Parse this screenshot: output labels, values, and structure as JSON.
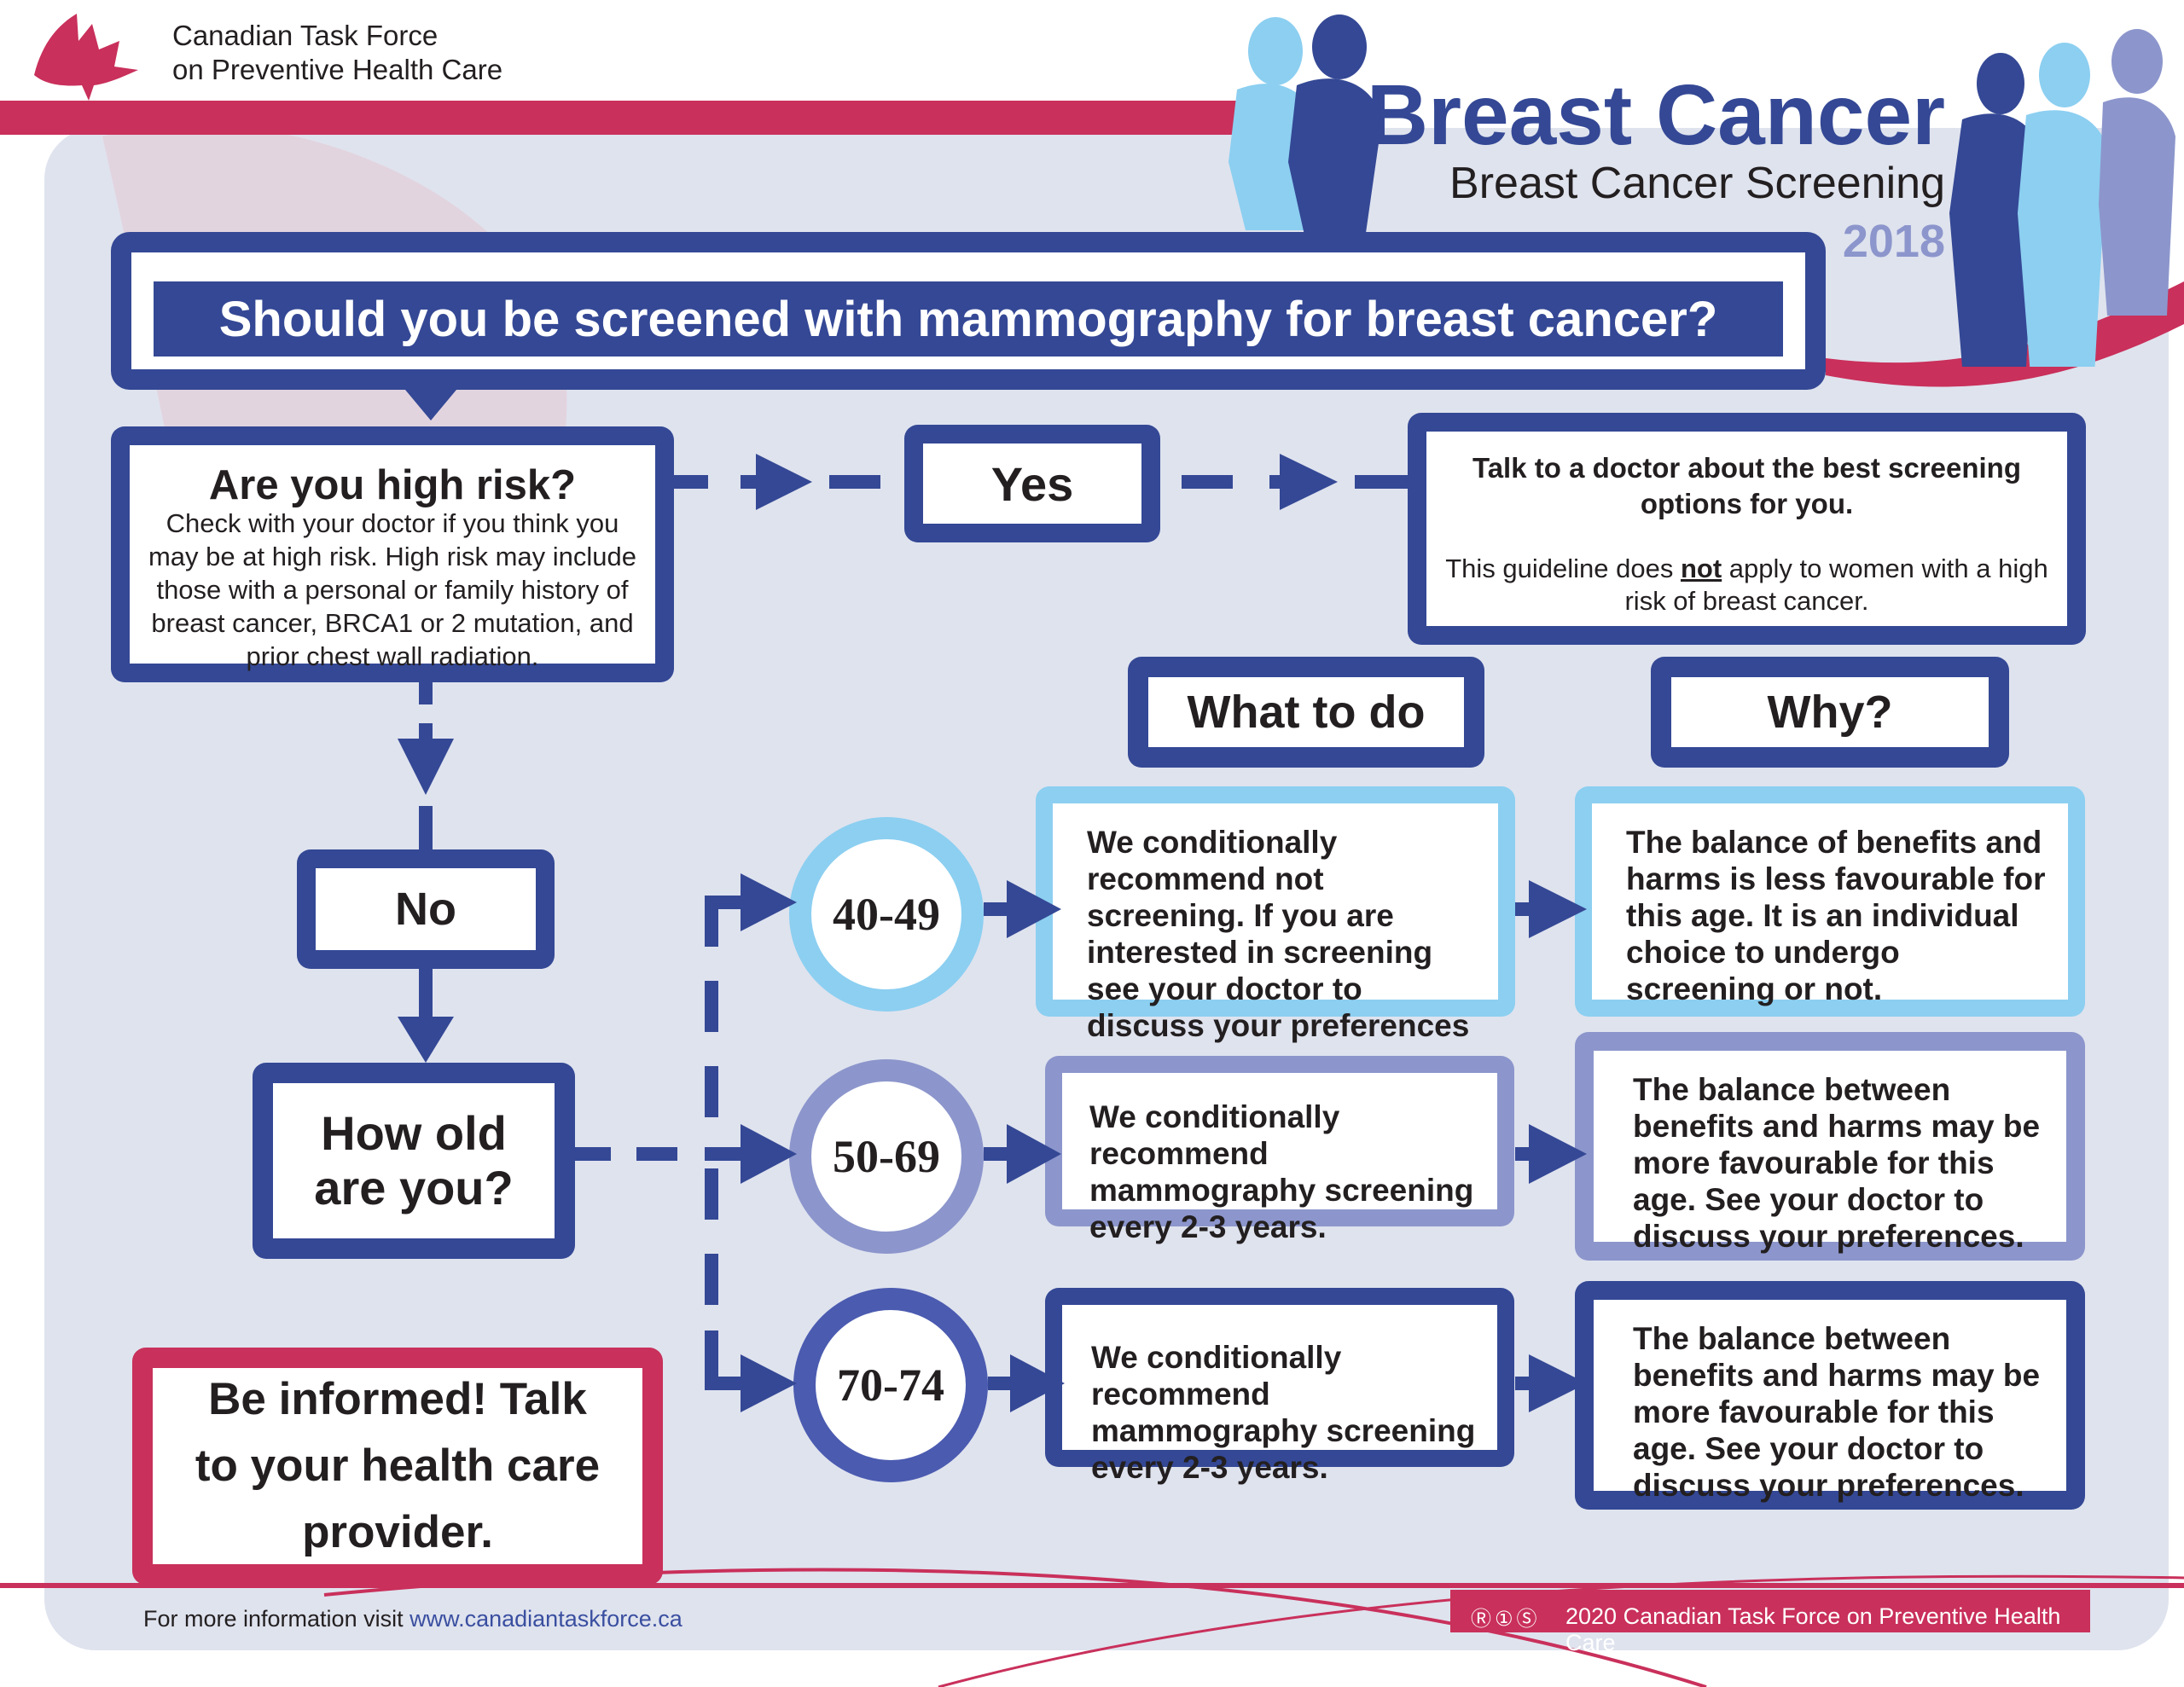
{
  "colors": {
    "navy": "#344895",
    "sky": "#8ccff1",
    "lavender": "#8c96cc",
    "blue": "#4b5bb0",
    "pink": "#c9305b",
    "panel": "#dfe3ee",
    "link": "#3a4fa0"
  },
  "org": {
    "line1": "Canadian Task Force",
    "line2": "on Preventive Health Care",
    "logo_icon": "maple-leaf-icon"
  },
  "header": {
    "title": "Breast Cancer",
    "subtitle": "Breast Cancer Screening",
    "year": "2018"
  },
  "question": "Should you be screened with mammography for breast cancer?",
  "high_risk": {
    "title": "Are you high risk?",
    "body": "Check with your doctor if you think you may be at high risk. High risk may include those with a personal or family history of breast cancer, BRCA1 or 2 mutation, and prior chest wall radiation."
  },
  "yes_label": "Yes",
  "no_label": "No",
  "doctor_box": {
    "line1": "Talk to a doctor about the best screening options for you.",
    "line2_pre": "This guideline does ",
    "line2_em": "not",
    "line2_post": " apply to women with a high risk of breast cancer."
  },
  "col_what": "What to do",
  "col_why": "Why?",
  "age_question": "How old are you?",
  "ages": [
    {
      "range": "40-49",
      "what": "We conditionally recommend not screening. If you are interested in screening see your doctor to discuss your preferences",
      "why": "The balance of benefits and harms is less favourable for this age. It is an individual choice to undergo screening or not."
    },
    {
      "range": "50-69",
      "what": "We conditionally recommend mammography screening every 2-3 years.",
      "why": "The balance between benefits and harms may be more favourable for this age. See your doctor to discuss your preferences."
    },
    {
      "range": "70-74",
      "what": "We conditionally recommend mammography screening every 2-3 years.",
      "why": "The balance between benefits and harms may be more favourable for this age. See your doctor to discuss your preferences."
    }
  ],
  "be_informed": "Be informed! Talk to your health care provider.",
  "footer": {
    "info_prefix": "For more information visit ",
    "url": "www.canadiantaskforce.ca",
    "copyright": "2020 Canadian Task Force on Preventive Health Care",
    "license_icons": "creative-commons-icons"
  }
}
